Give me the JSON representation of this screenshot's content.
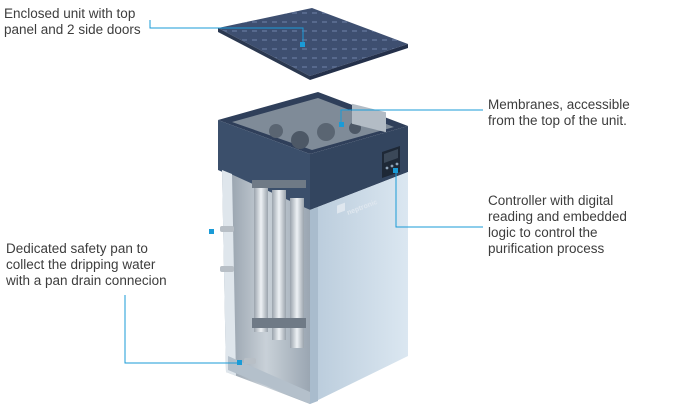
{
  "callouts": {
    "top_panel": {
      "lines": [
        "Enclosed unit with top",
        "panel and 2 side doors"
      ]
    },
    "membranes": {
      "lines": [
        "Membranes, accessible",
        "from the top of the unit."
      ]
    },
    "controller": {
      "lines": [
        "Controller with digital",
        "reading and embedded",
        "logic to control the",
        "purification process"
      ]
    },
    "safety_pan": {
      "lines": [
        "Dedicated safety pan to",
        "collect the dripping water",
        "with a pan drain connecion"
      ]
    }
  },
  "brand": {
    "logo_text": "neptronic"
  },
  "colors": {
    "callout_line": "#1a9bd7",
    "navy_panel": "#3b4f6b",
    "body_blue": "#cfdde9",
    "text": "#3d3d3d"
  }
}
